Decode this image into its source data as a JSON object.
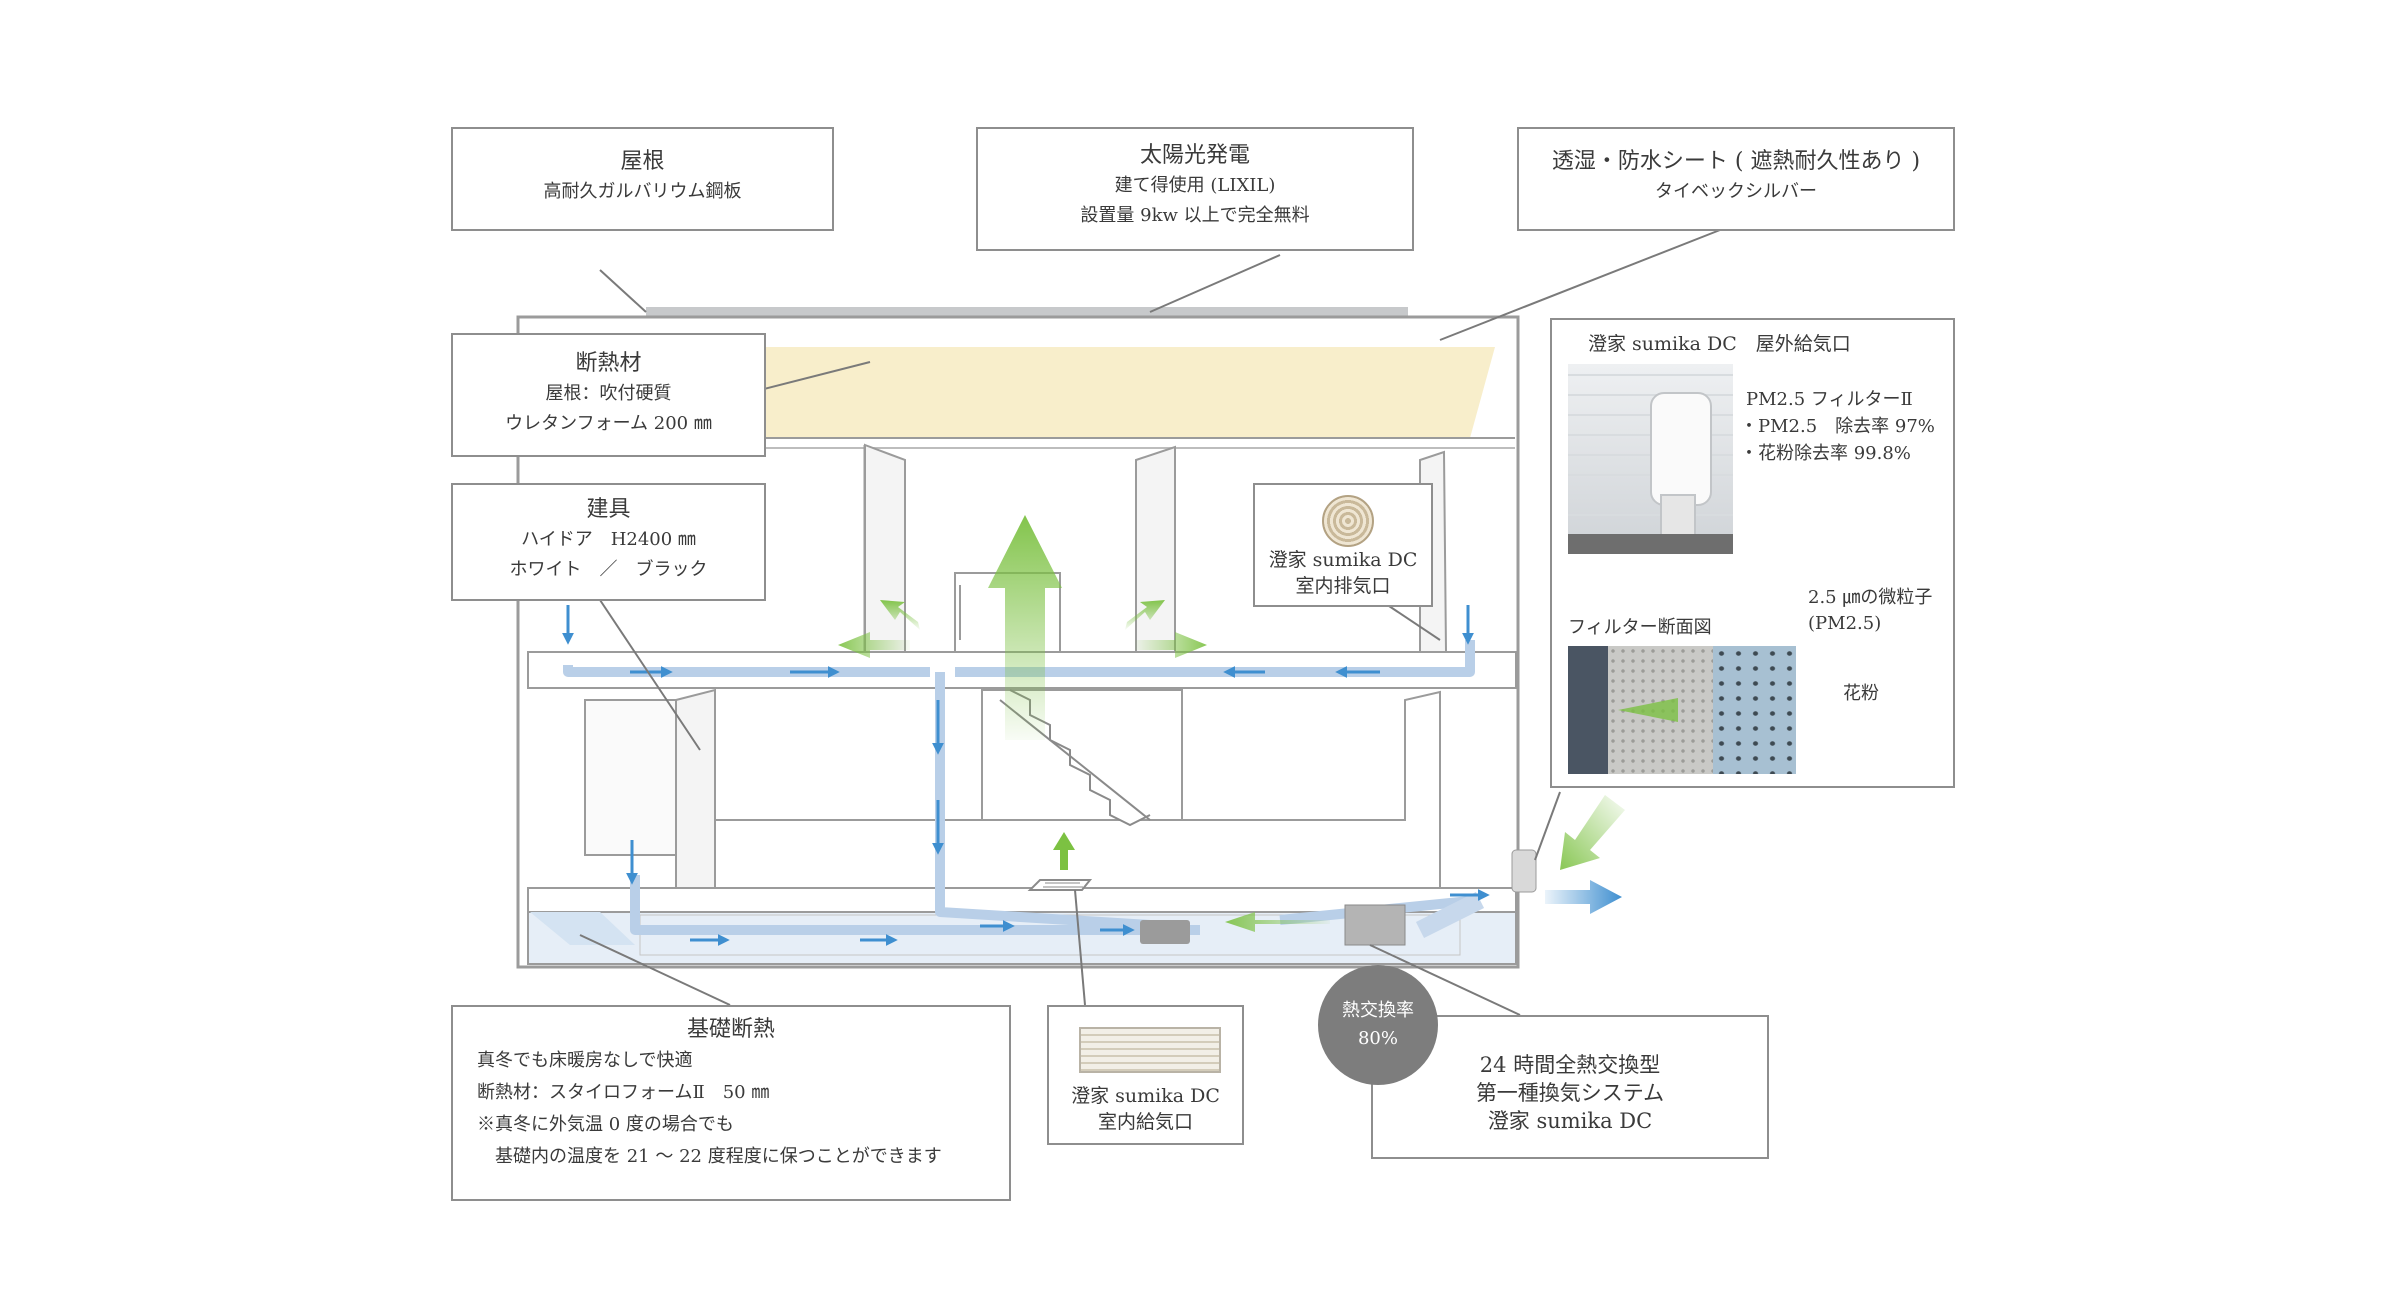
{
  "roof": {
    "title": "屋根",
    "sub": "高耐久ガルバリウム鋼板"
  },
  "solar": {
    "title": "太陽光発電",
    "line1": "建て得使用 (LIXIL)",
    "line2": "設置量 9kw 以上で完全無料"
  },
  "sheet": {
    "title": "透湿・防水シート ( 遮熱耐久性あり )",
    "sub": "タイベックシルバー"
  },
  "insulation": {
    "title": "断熱材",
    "line1": "屋根：吹付硬質",
    "line2": "ウレタンフォーム 200 ㎜"
  },
  "fittings": {
    "title": "建具",
    "line1": "ハイドア　H2400 ㎜",
    "line2": "ホワイト　／　ブラック"
  },
  "exhaust": {
    "line1": "澄家 sumika DC",
    "line2": "室内排気口"
  },
  "outdoor": {
    "title": "澄家 sumika DC　屋外給気口",
    "filter_title": "PM2.5 フィルターⅡ",
    "filter_line1": "・PM2.5　除去率 97%",
    "filter_line2": "・花粉除去率 99.8%",
    "section_label": "フィルター断面図",
    "particle_label1": "2.5 ㎛の微粒子",
    "particle_label2": "(PM2.5)",
    "pollen_label": "花粉"
  },
  "foundation": {
    "title": "基礎断熱",
    "line1": "真冬でも床暖房なしで快適",
    "line2": "断熱材：スタイロフォームⅡ　50 ㎜",
    "line3": "※真冬に外気温 0 度の場合でも",
    "line4": "　基礎内の温度を 21 ～ 22 度程度に保つことができます"
  },
  "supply": {
    "line1": "澄家 sumika DC",
    "line2": "室内給気口"
  },
  "heat_exchange": {
    "line1": "熱交換率",
    "line2": "80%"
  },
  "system": {
    "line1": "24 時間全熱交換型",
    "line2": "第一種換気システム",
    "line3": "澄家 sumika DC"
  },
  "colors": {
    "duct": "#b9cfe8",
    "blue_arrow": "#3f8fd0",
    "green_arrow": "#7cc142",
    "insulation": "#f8eecb"
  }
}
